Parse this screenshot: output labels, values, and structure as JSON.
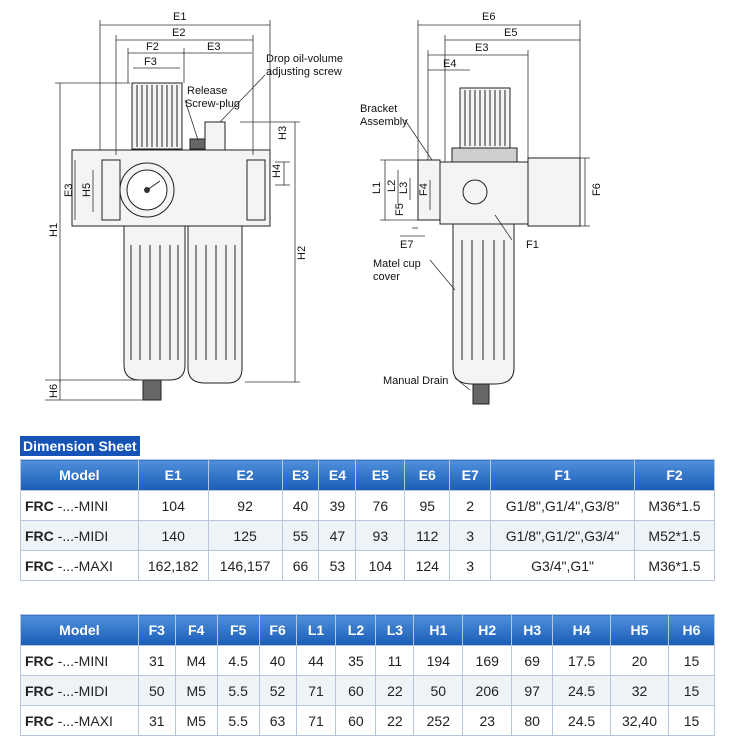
{
  "drawing_labels": {
    "E1": "E1",
    "E2": "E2",
    "E3": "E3",
    "F2": "F2",
    "F3": "F3",
    "drop_oil_1": "Drop oil-volume",
    "drop_oil_2": "adjusting screw",
    "release_1": "Release",
    "release_2": "Screw-plug",
    "H3": "H3",
    "H4": "H4",
    "H5": "H5",
    "H1": "H1",
    "H2": "H2",
    "H6": "H6",
    "E6": "E6",
    "E5": "E5",
    "E4": "E4",
    "bracket_1": "Bracket",
    "bracket_2": "Assembly",
    "L1": "L1",
    "L2": "L2",
    "L3": "L3",
    "F4": "F4",
    "F5": "F5",
    "F6": "F6",
    "E7": "E7",
    "F1": "F1",
    "matel_1": "Matel cup",
    "matel_2": "cover",
    "manual_drain": "Manual Drain"
  },
  "sheet_title": "Dimension Sheet",
  "table1": {
    "headers": [
      "Model",
      "E1",
      "E2",
      "E3",
      "E4",
      "E5",
      "E6",
      "E7",
      "F1",
      "F2"
    ],
    "rows": [
      {
        "model_prefix": "FRC",
        "model_suffix": " -...-MINI",
        "cells": [
          "104",
          "92",
          "40",
          "39",
          "76",
          "95",
          "2",
          "G1/8\",G1/4\",G3/8\"",
          "M36*1.5"
        ]
      },
      {
        "model_prefix": "FRC",
        "model_suffix": " -...-MIDI",
        "cells": [
          "140",
          "125",
          "55",
          "47",
          "93",
          "112",
          "3",
          "G1/8\",G1/2\",G3/4\"",
          "M52*1.5"
        ]
      },
      {
        "model_prefix": "FRC",
        "model_suffix": " -...-MAXI",
        "cells": [
          "162,182",
          "146,157",
          "66",
          "53",
          "104",
          "124",
          "3",
          "G3/4\",G1\"",
          "M36*1.5"
        ]
      }
    ]
  },
  "table2": {
    "headers": [
      "Model",
      "F3",
      "F4",
      "F5",
      "F6",
      "L1",
      "L2",
      "L3",
      "H1",
      "H2",
      "H3",
      "H4",
      "H5",
      "H6"
    ],
    "rows": [
      {
        "model_prefix": "FRC",
        "model_suffix": " -...-MINI",
        "cells": [
          "31",
          "M4",
          "4.5",
          "40",
          "44",
          "35",
          "11",
          "194",
          "169",
          "69",
          "17.5",
          "20",
          "15"
        ]
      },
      {
        "model_prefix": "FRC",
        "model_suffix": " -...-MIDI",
        "cells": [
          "50",
          "M5",
          "5.5",
          "52",
          "71",
          "60",
          "22",
          "50",
          "206",
          "97",
          "24.5",
          "32",
          "15"
        ]
      },
      {
        "model_prefix": "FRC",
        "model_suffix": " -...-MAXI",
        "cells": [
          "31",
          "M5",
          "5.5",
          "63",
          "71",
          "60",
          "22",
          "252",
          "23",
          "80",
          "24.5",
          "32,40",
          "15"
        ]
      }
    ]
  }
}
